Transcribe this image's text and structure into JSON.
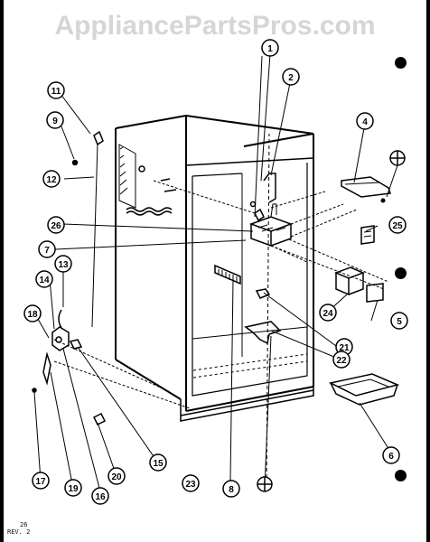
{
  "watermark": "AppliancePartsPros.com",
  "footnote": {
    "line1": "26",
    "line2": "REV. 2"
  },
  "callouts": {
    "c1": "1",
    "c2": "2",
    "c4": "4",
    "c5": "5",
    "c6": "6",
    "c7": "7",
    "c8": "8",
    "c9": "9",
    "c11": "11",
    "c12": "12",
    "c13": "13",
    "c14": "14",
    "c15": "15",
    "c16": "16",
    "c17": "17",
    "c18": "18",
    "c19": "19",
    "c20": "20",
    "c21": "21",
    "c22": "22",
    "c23": "23",
    "c24": "24",
    "c25": "25",
    "c26": "26"
  }
}
